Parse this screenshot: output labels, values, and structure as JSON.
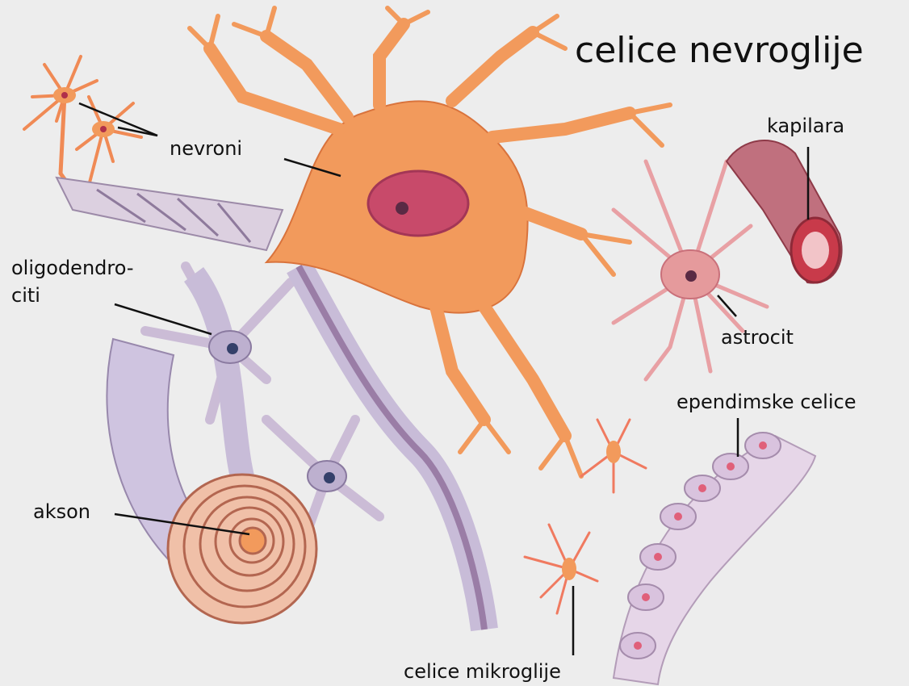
{
  "title": "celice nevroglije",
  "labels": {
    "nevroni": "nevroni",
    "oligodendro_line1": "oligodendro-",
    "oligodendro_line2": "citi",
    "akson": "akson",
    "kapilara": "kapilara",
    "astrocit": "astrocit",
    "ependimske": "ependimske celice",
    "mikroglije": "celice mikroglije"
  },
  "colors": {
    "background": "#ededed",
    "neuron": "#f29a5c",
    "neuron_nucleus": "#c2405a",
    "glia": "#d9c8dc",
    "myelin": "#e8b09e",
    "capillary": "#c84252",
    "astrocyte": "#e59a9c",
    "ependymal": "#e6cfe0"
  }
}
